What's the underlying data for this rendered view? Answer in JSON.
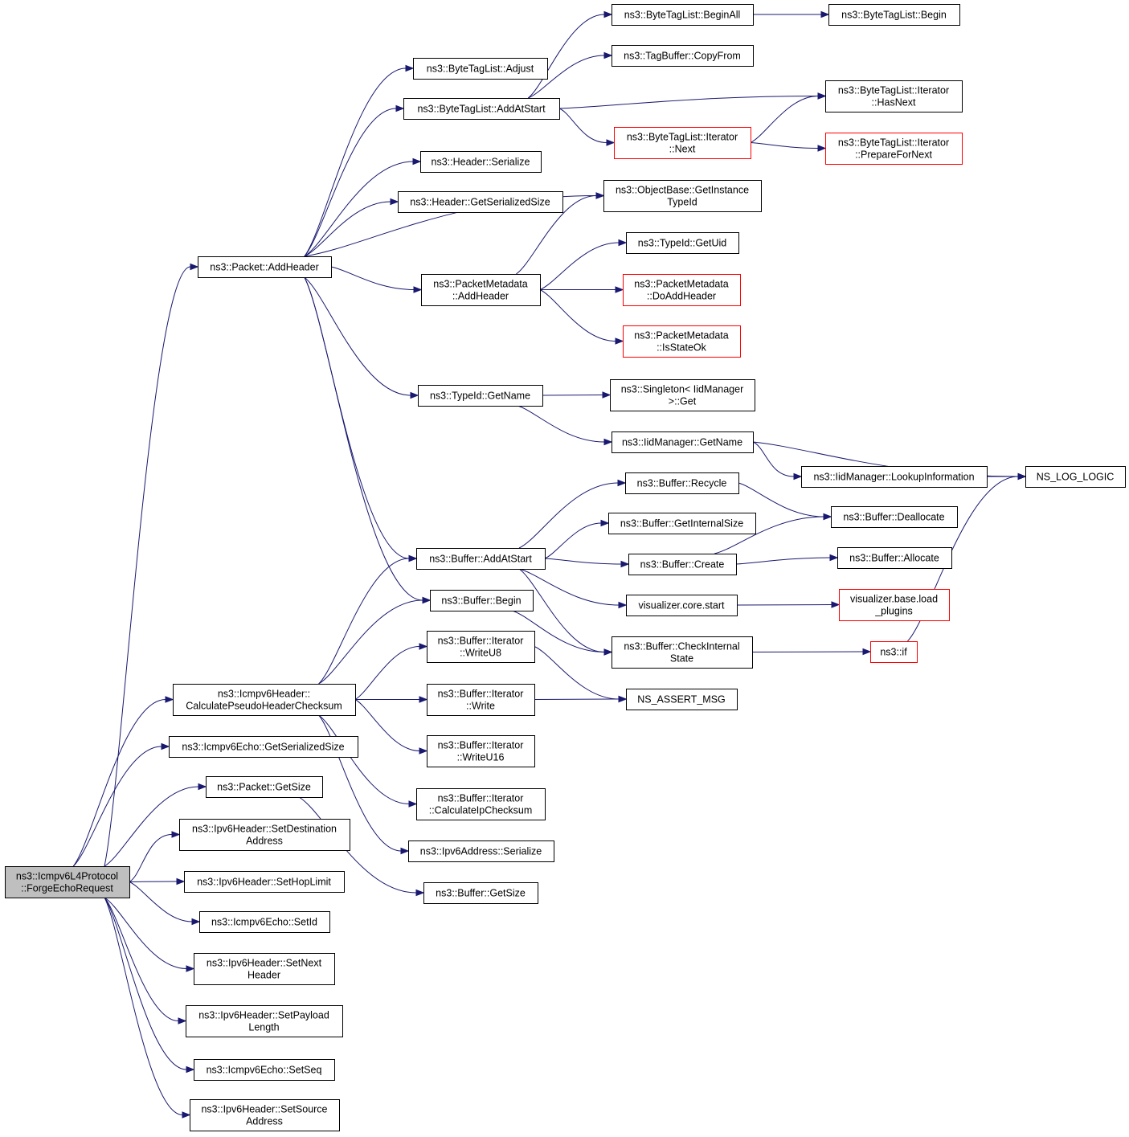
{
  "graph": {
    "root": "forge_echo",
    "nodes": [
      {
        "id": "forge_echo",
        "lines": [
          "ns3::Icmpv6L4Protocol",
          "::ForgeEchoRequest"
        ],
        "style": "root"
      },
      {
        "id": "packet_addheader",
        "lines": [
          "ns3::Packet::AddHeader"
        ],
        "style": "normal"
      },
      {
        "id": "btl_adjust",
        "lines": [
          "ns3::ByteTagList::Adjust"
        ],
        "style": "normal"
      },
      {
        "id": "btl_addatstart",
        "lines": [
          "ns3::ByteTagList::AddAtStart"
        ],
        "style": "normal"
      },
      {
        "id": "btl_beginall",
        "lines": [
          "ns3::ByteTagList::BeginAll"
        ],
        "style": "normal"
      },
      {
        "id": "btl_begin",
        "lines": [
          "ns3::ByteTagList::Begin"
        ],
        "style": "normal"
      },
      {
        "id": "tagbuffer_copyfrom",
        "lines": [
          "ns3::TagBuffer::CopyFrom"
        ],
        "style": "normal"
      },
      {
        "id": "btl_it_hasnext",
        "lines": [
          "ns3::ByteTagList::Iterator",
          "::HasNext"
        ],
        "style": "normal"
      },
      {
        "id": "btl_it_next",
        "lines": [
          "ns3::ByteTagList::Iterator",
          "::Next"
        ],
        "style": "red"
      },
      {
        "id": "btl_it_preparefornext",
        "lines": [
          "ns3::ByteTagList::Iterator",
          "::PrepareForNext"
        ],
        "style": "red"
      },
      {
        "id": "header_serialize",
        "lines": [
          "ns3::Header::Serialize"
        ],
        "style": "normal"
      },
      {
        "id": "header_getserializedsize",
        "lines": [
          "ns3::Header::GetSerializedSize"
        ],
        "style": "normal"
      },
      {
        "id": "objectbase_getinstancetypeid",
        "lines": [
          "ns3::ObjectBase::GetInstance",
          "TypeId"
        ],
        "style": "normal"
      },
      {
        "id": "typeid_getuid",
        "lines": [
          "ns3::TypeId::GetUid"
        ],
        "style": "normal"
      },
      {
        "id": "pm_addheader",
        "lines": [
          "ns3::PacketMetadata",
          "::AddHeader"
        ],
        "style": "normal"
      },
      {
        "id": "pm_doaddheader",
        "lines": [
          "ns3::PacketMetadata",
          "::DoAddHeader"
        ],
        "style": "red"
      },
      {
        "id": "pm_isstateok",
        "lines": [
          "ns3::PacketMetadata",
          "::IsStateOk"
        ],
        "style": "red"
      },
      {
        "id": "typeid_getname",
        "lines": [
          "ns3::TypeId::GetName"
        ],
        "style": "normal"
      },
      {
        "id": "singleton_get",
        "lines": [
          "ns3::Singleton< IidManager",
          ">::Get"
        ],
        "style": "normal"
      },
      {
        "id": "iidmanager_getname",
        "lines": [
          "ns3::IidManager::GetName"
        ],
        "style": "normal"
      },
      {
        "id": "iidmanager_lookupinformation",
        "lines": [
          "ns3::IidManager::LookupInformation"
        ],
        "style": "normal"
      },
      {
        "id": "ns_log_logic",
        "lines": [
          "NS_LOG_LOGIC"
        ],
        "style": "normal"
      },
      {
        "id": "buffer_recycle",
        "lines": [
          "ns3::Buffer::Recycle"
        ],
        "style": "normal"
      },
      {
        "id": "buffer_deallocate",
        "lines": [
          "ns3::Buffer::Deallocate"
        ],
        "style": "normal"
      },
      {
        "id": "buffer_getinternalsize",
        "lines": [
          "ns3::Buffer::GetInternalSize"
        ],
        "style": "normal"
      },
      {
        "id": "buffer_addatstart",
        "lines": [
          "ns3::Buffer::AddAtStart"
        ],
        "style": "normal"
      },
      {
        "id": "buffer_create",
        "lines": [
          "ns3::Buffer::Create"
        ],
        "style": "normal"
      },
      {
        "id": "buffer_allocate",
        "lines": [
          "ns3::Buffer::Allocate"
        ],
        "style": "normal"
      },
      {
        "id": "buffer_begin",
        "lines": [
          "ns3::Buffer::Begin"
        ],
        "style": "normal"
      },
      {
        "id": "visualizer_core_start",
        "lines": [
          "visualizer.core.start"
        ],
        "style": "normal"
      },
      {
        "id": "visualizer_base_load_plugins",
        "lines": [
          "visualizer.base.load",
          "_plugins"
        ],
        "style": "red"
      },
      {
        "id": "buffer_checkinternalstate",
        "lines": [
          "ns3::Buffer::CheckInternal",
          "State"
        ],
        "style": "normal"
      },
      {
        "id": "ns3_if",
        "lines": [
          "ns3::if"
        ],
        "style": "red"
      },
      {
        "id": "buf_it_writeu8",
        "lines": [
          "ns3::Buffer::Iterator",
          "::WriteU8"
        ],
        "style": "normal"
      },
      {
        "id": "icmpv6header_calcpseudo",
        "lines": [
          "ns3::Icmpv6Header::",
          "CalculatePseudoHeaderChecksum"
        ],
        "style": "normal"
      },
      {
        "id": "buf_it_write",
        "lines": [
          "ns3::Buffer::Iterator",
          "::Write"
        ],
        "style": "normal"
      },
      {
        "id": "ns_assert_msg",
        "lines": [
          "NS_ASSERT_MSG"
        ],
        "style": "normal"
      },
      {
        "id": "icmpv6echo_getserializedsize",
        "lines": [
          "ns3::Icmpv6Echo::GetSerializedSize"
        ],
        "style": "normal"
      },
      {
        "id": "buf_it_writeu16",
        "lines": [
          "ns3::Buffer::Iterator",
          "::WriteU16"
        ],
        "style": "normal"
      },
      {
        "id": "packet_getsize",
        "lines": [
          "ns3::Packet::GetSize"
        ],
        "style": "normal"
      },
      {
        "id": "buf_it_calcipchecksum",
        "lines": [
          "ns3::Buffer::Iterator",
          "::CalculateIpChecksum"
        ],
        "style": "normal"
      },
      {
        "id": "ipv6header_setdestination",
        "lines": [
          "ns3::Ipv6Header::SetDestination",
          "Address"
        ],
        "style": "normal"
      },
      {
        "id": "ipv6address_serialize",
        "lines": [
          "ns3::Ipv6Address::Serialize"
        ],
        "style": "normal"
      },
      {
        "id": "ipv6header_sethoplimit",
        "lines": [
          "ns3::Ipv6Header::SetHopLimit"
        ],
        "style": "normal"
      },
      {
        "id": "buffer_getsize",
        "lines": [
          "ns3::Buffer::GetSize"
        ],
        "style": "normal"
      },
      {
        "id": "icmpv6echo_setid",
        "lines": [
          "ns3::Icmpv6Echo::SetId"
        ],
        "style": "normal"
      },
      {
        "id": "ipv6header_setnextheader",
        "lines": [
          "ns3::Ipv6Header::SetNext",
          "Header"
        ],
        "style": "normal"
      },
      {
        "id": "ipv6header_setpayloadlength",
        "lines": [
          "ns3::Ipv6Header::SetPayload",
          "Length"
        ],
        "style": "normal"
      },
      {
        "id": "icmpv6echo_setseq",
        "lines": [
          "ns3::Icmpv6Echo::SetSeq"
        ],
        "style": "normal"
      },
      {
        "id": "ipv6header_setsource",
        "lines": [
          "ns3::Ipv6Header::SetSource",
          "Address"
        ],
        "style": "normal"
      }
    ],
    "edges": [
      [
        "forge_echo",
        "packet_addheader"
      ],
      [
        "forge_echo",
        "icmpv6header_calcpseudo"
      ],
      [
        "forge_echo",
        "icmpv6echo_getserializedsize"
      ],
      [
        "forge_echo",
        "packet_getsize"
      ],
      [
        "forge_echo",
        "ipv6header_setdestination"
      ],
      [
        "forge_echo",
        "ipv6header_sethoplimit"
      ],
      [
        "forge_echo",
        "icmpv6echo_setid"
      ],
      [
        "forge_echo",
        "ipv6header_setnextheader"
      ],
      [
        "forge_echo",
        "ipv6header_setpayloadlength"
      ],
      [
        "forge_echo",
        "icmpv6echo_setseq"
      ],
      [
        "forge_echo",
        "ipv6header_setsource"
      ],
      [
        "packet_addheader",
        "btl_adjust"
      ],
      [
        "packet_addheader",
        "btl_addatstart"
      ],
      [
        "packet_addheader",
        "header_serialize"
      ],
      [
        "packet_addheader",
        "header_getserializedsize"
      ],
      [
        "packet_addheader",
        "objectbase_getinstancetypeid"
      ],
      [
        "packet_addheader",
        "pm_addheader"
      ],
      [
        "packet_addheader",
        "typeid_getname"
      ],
      [
        "packet_addheader",
        "buffer_addatstart"
      ],
      [
        "packet_addheader",
        "buffer_begin"
      ],
      [
        "btl_addatstart",
        "btl_beginall"
      ],
      [
        "btl_addatstart",
        "tagbuffer_copyfrom"
      ],
      [
        "btl_addatstart",
        "btl_it_hasnext"
      ],
      [
        "btl_addatstart",
        "btl_it_next"
      ],
      [
        "btl_beginall",
        "btl_begin"
      ],
      [
        "btl_it_next",
        "btl_it_hasnext"
      ],
      [
        "btl_it_next",
        "btl_it_preparefornext"
      ],
      [
        "pm_addheader",
        "objectbase_getinstancetypeid"
      ],
      [
        "pm_addheader",
        "typeid_getuid"
      ],
      [
        "pm_addheader",
        "pm_doaddheader"
      ],
      [
        "pm_addheader",
        "pm_isstateok"
      ],
      [
        "typeid_getname",
        "singleton_get"
      ],
      [
        "typeid_getname",
        "iidmanager_getname"
      ],
      [
        "iidmanager_getname",
        "iidmanager_lookupinformation"
      ],
      [
        "iidmanager_getname",
        "ns_log_logic"
      ],
      [
        "iidmanager_lookupinformation",
        "ns_log_logic"
      ],
      [
        "buffer_addatstart",
        "buffer_recycle"
      ],
      [
        "buffer_addatstart",
        "buffer_getinternalsize"
      ],
      [
        "buffer_addatstart",
        "buffer_create"
      ],
      [
        "buffer_addatstart",
        "visualizer_core_start"
      ],
      [
        "buffer_addatstart",
        "buffer_checkinternalstate"
      ],
      [
        "buffer_recycle",
        "buffer_deallocate"
      ],
      [
        "buffer_create",
        "buffer_deallocate"
      ],
      [
        "buffer_create",
        "buffer_allocate"
      ],
      [
        "visualizer_core_start",
        "visualizer_base_load_plugins"
      ],
      [
        "buffer_begin",
        "buffer_checkinternalstate"
      ],
      [
        "buffer_checkinternalstate",
        "ns3_if"
      ],
      [
        "ns3_if",
        "ns_log_logic"
      ],
      [
        "icmpv6header_calcpseudo",
        "buffer_addatstart"
      ],
      [
        "icmpv6header_calcpseudo",
        "buffer_begin"
      ],
      [
        "icmpv6header_calcpseudo",
        "buf_it_writeu8"
      ],
      [
        "icmpv6header_calcpseudo",
        "buf_it_write"
      ],
      [
        "icmpv6header_calcpseudo",
        "buf_it_writeu16"
      ],
      [
        "icmpv6header_calcpseudo",
        "buf_it_calcipchecksum"
      ],
      [
        "icmpv6header_calcpseudo",
        "ipv6address_serialize"
      ],
      [
        "buf_it_writeu8",
        "ns_assert_msg"
      ],
      [
        "buf_it_write",
        "ns_assert_msg"
      ],
      [
        "packet_getsize",
        "buffer_getsize"
      ]
    ]
  },
  "colors": {
    "edge": "#191970",
    "node_border": "#000000",
    "node_border_external": "#ff0000",
    "root_fill": "#bfbfbf"
  }
}
